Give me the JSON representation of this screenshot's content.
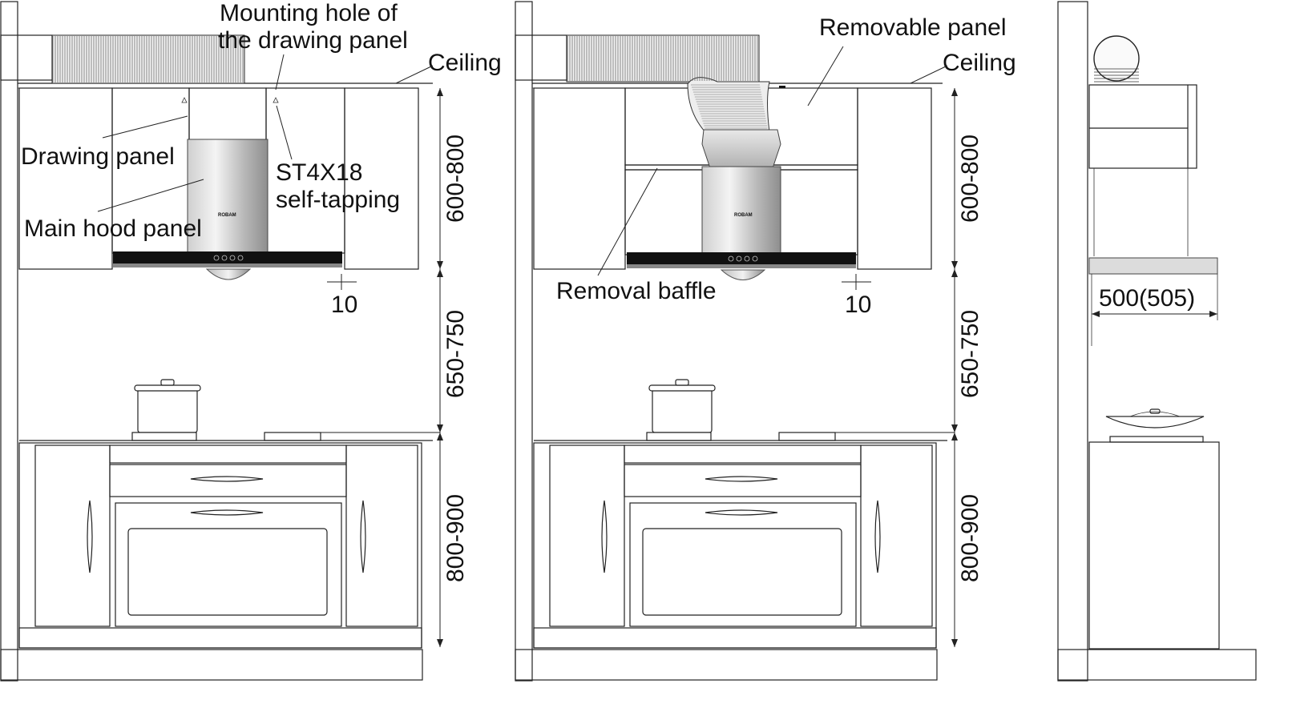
{
  "labels": {
    "mounting_hole_1": "Mounting hole of",
    "mounting_hole_2": "the drawing panel",
    "ceiling_left": "Ceiling",
    "drawing_panel": "Drawing panel",
    "st4x18": "ST4X18",
    "self_tapping": "self-tapping",
    "main_hood_panel": "Main hood panel",
    "removable_panel": "Removable panel",
    "ceiling_middle": "Ceiling",
    "removal_baffle": "Removal baffle",
    "brand_left": "ROBAM",
    "brand_middle": "ROBAM"
  },
  "dimensions": {
    "upper_cabinet_left": "600-800",
    "hood_to_stove_left": "650-750",
    "counter_left": "800-900",
    "gap_left": "10",
    "upper_cabinet_middle": "600-800",
    "hood_to_stove_middle": "650-750",
    "counter_middle": "800-900",
    "gap_middle": "10",
    "depth_side": "500(505)"
  }
}
